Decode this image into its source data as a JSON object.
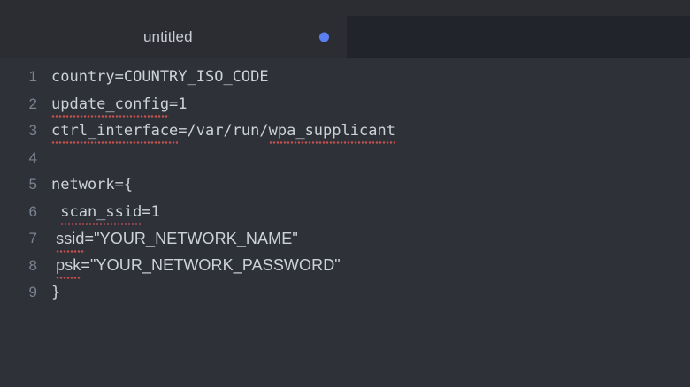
{
  "window": {
    "title": "untitled",
    "titlebar_color": "#2b2d33"
  },
  "tabbar": {
    "background": "#2b2d33",
    "empty_area_color": "#21242a",
    "tabs": [
      {
        "label": "untitled",
        "dirty": true,
        "dirty_dot_color": "#5b7ef0",
        "active": true
      }
    ]
  },
  "editor": {
    "background": "#2e3138",
    "text_color": "#cdd1d9",
    "gutter_color": "#7b8291",
    "spellcheck_underline_color": "#c0504d",
    "filetype_hint": "wpa_supplicant.conf",
    "lines": [
      {
        "number": "1",
        "text": "country=COUNTRY_ISO_CODE"
      },
      {
        "number": "2",
        "text": "update_config=1"
      },
      {
        "number": "3",
        "text": "ctrl_interface=/var/run/wpa_supplicant"
      },
      {
        "number": "4",
        "text": ""
      },
      {
        "number": "5",
        "text": "network={"
      },
      {
        "number": "6",
        "text": " scan_ssid=1"
      },
      {
        "number": "7",
        "text": " ssid=\"YOUR_NETWORK_NAME\""
      },
      {
        "number": "8",
        "text": " psk=\"YOUR_NETWORK_PASSWORD\""
      },
      {
        "number": "9",
        "text": "}"
      }
    ]
  }
}
